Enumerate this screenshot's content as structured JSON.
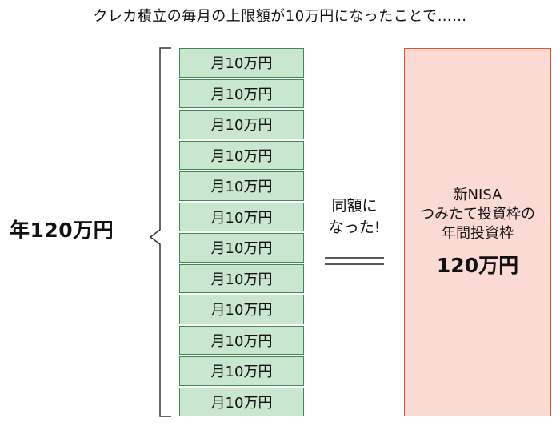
{
  "header": {
    "title": "クレカ積立の毎月の上限額が10万円になったことで……"
  },
  "left": {
    "annual_total": "年120万円"
  },
  "monthly": {
    "cells": [
      "月10万円",
      "月10万円",
      "月10万円",
      "月10万円",
      "月10万円",
      "月10万円",
      "月10万円",
      "月10万円",
      "月10万円",
      "月10万円",
      "月10万円",
      "月10万円"
    ]
  },
  "middle": {
    "line1": "同額に",
    "line2": "なった!"
  },
  "nisa": {
    "line1": "新NISA",
    "line2": "つみたて投資枠の",
    "line3": "年間投資枠",
    "amount": "120万円"
  },
  "colors": {
    "cell_fill": "#c9e6cf",
    "cell_border": "#3e8a50",
    "nisa_fill": "#fadad2",
    "nisa_border": "#e4532f"
  }
}
